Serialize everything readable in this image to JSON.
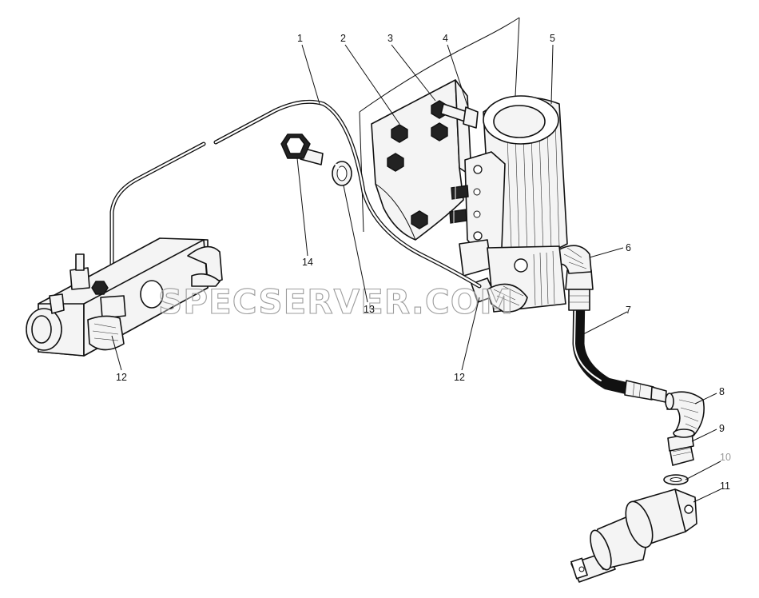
{
  "watermark": "SPECSERVER.COM",
  "callouts": [
    {
      "id": "c1",
      "label": "1"
    },
    {
      "id": "c2",
      "label": "2"
    },
    {
      "id": "c3",
      "label": "3"
    },
    {
      "id": "c4",
      "label": "4"
    },
    {
      "id": "c5",
      "label": "5"
    },
    {
      "id": "c6",
      "label": "6"
    },
    {
      "id": "c7",
      "label": "7"
    },
    {
      "id": "c8",
      "label": "8"
    },
    {
      "id": "c9",
      "label": "9"
    },
    {
      "id": "c10",
      "label": "10",
      "color": "#9a9a9a"
    },
    {
      "id": "c11",
      "label": "11"
    },
    {
      "id": "c12a",
      "label": "12"
    },
    {
      "id": "c12b",
      "label": "12"
    },
    {
      "id": "c13",
      "label": "13"
    },
    {
      "id": "c14",
      "label": "14"
    }
  ]
}
